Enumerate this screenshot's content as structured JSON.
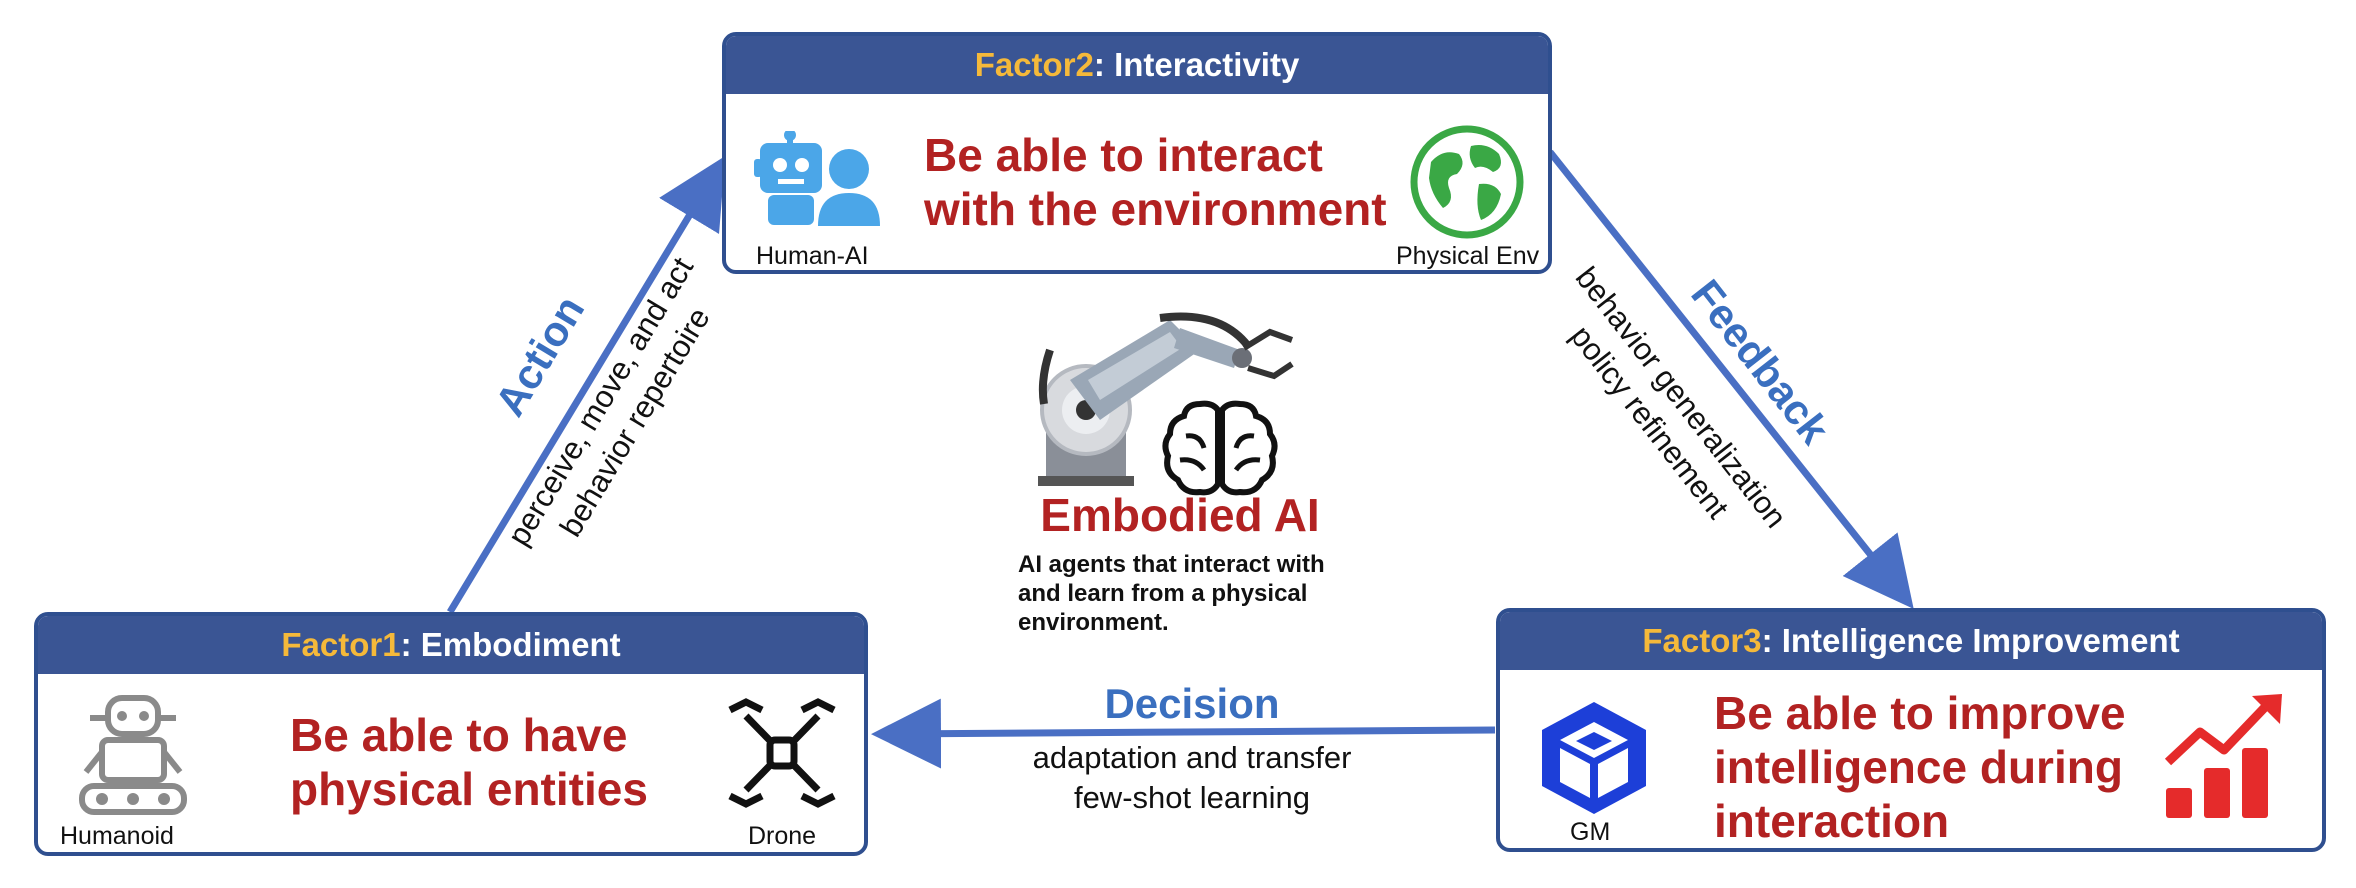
{
  "center": {
    "title": "Embodied AI",
    "desc_lines": [
      "AI agents that interact with",
      "and learn from a physical",
      "environment."
    ]
  },
  "factor1": {
    "tag": "Factor1",
    "name": ": Embodiment",
    "headline_lines": [
      "Be able to have",
      "physical entities"
    ],
    "left_icon": "humanoid-robot-icon",
    "left_label": "Humanoid",
    "right_icon": "drone-icon",
    "right_label": "Drone"
  },
  "factor2": {
    "tag": "Factor2",
    "name": ": Interactivity",
    "headline_lines": [
      "Be able to interact",
      "with the environment"
    ],
    "left_icon": "human-ai-icon",
    "left_label": "Human-AI",
    "right_icon": "globe-icon",
    "right_label": "Physical Env"
  },
  "factor3": {
    "tag": "Factor3",
    "name": ": Intelligence Improvement",
    "headline_lines": [
      "Be able to improve",
      "intelligence during",
      "interaction"
    ],
    "left_icon": "cube-model-icon",
    "left_label": "GM",
    "right_icon": "growth-chart-icon"
  },
  "edges": {
    "action": {
      "verb": "Action",
      "lines": [
        "perceive, move, and act",
        "behavior repertoire"
      ]
    },
    "feedback": {
      "verb": "Feedback",
      "lines": [
        "behavior generalization",
        "policy refinement"
      ]
    },
    "decision": {
      "verb": "Decision",
      "lines": [
        "adaptation and transfer",
        "few-shot learning"
      ]
    }
  },
  "colors": {
    "header_bg": "#3a5594",
    "factor_tag": "#f5b93a",
    "headline": "#b22222",
    "arrow": "#4a6fc4",
    "verb": "#3a6fbf"
  }
}
